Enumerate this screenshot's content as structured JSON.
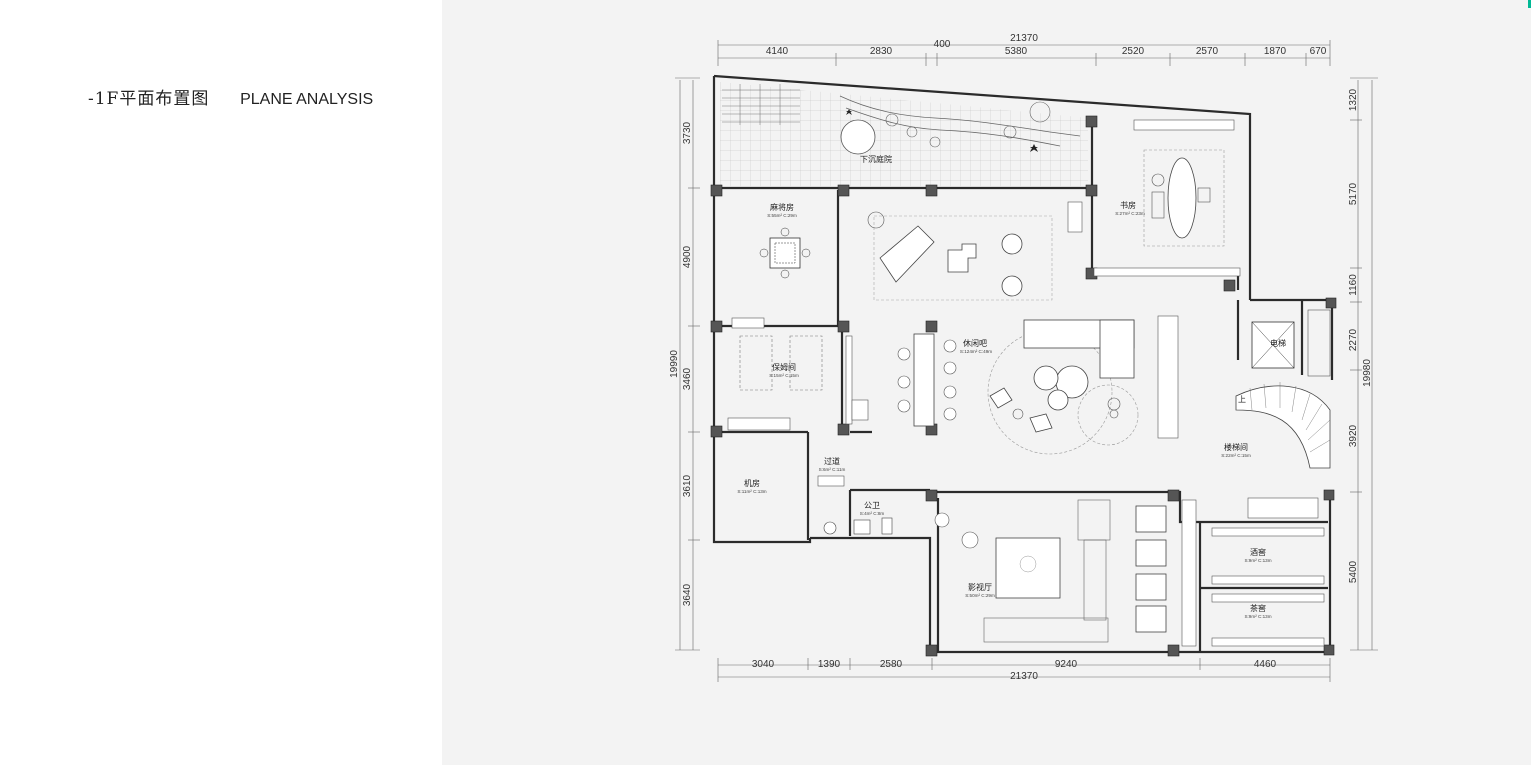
{
  "title": {
    "cn": "-1F平面布置图",
    "en": "PLANE ANALYSIS"
  },
  "dims_top_total": "21370",
  "dims_top": [
    "4140",
    "2830",
    "400",
    "5380",
    "2520",
    "2570",
    "1870",
    "670"
  ],
  "dims_bottom": [
    "3040",
    "1390",
    "2580",
    "9240",
    "4460"
  ],
  "dims_bottom_total": "21370",
  "dims_left": [
    "3730",
    "4900",
    "3460",
    "3610",
    "3640"
  ],
  "dims_left_total": "19990",
  "dims_right": [
    "1320",
    "5170",
    "1160",
    "2270",
    "3920",
    "5400"
  ],
  "dims_right_total": "19980",
  "rooms": {
    "sunken_garden": "下沉庭院",
    "mahjong": {
      "name": "麻将房",
      "area": "S:55m² C:29m"
    },
    "study": {
      "name": "书房",
      "area": "S:27m² C:23m"
    },
    "nanny": {
      "name": "保姆间",
      "area": "S:15m² C:15m"
    },
    "lounge": {
      "name": "休闲吧",
      "area": "S:124m² C:49m"
    },
    "elevator": "电梯",
    "staircase": {
      "name": "楼梯间",
      "area": "S:22m² C:15m"
    },
    "corridor": {
      "name": "过道",
      "area": "S:6m² C:11m"
    },
    "machine": {
      "name": "机房",
      "area": "S:11m² C:13m"
    },
    "toilet": {
      "name": "公卫",
      "area": "S:4m² C:8m"
    },
    "theater": {
      "name": "影视厅",
      "area": "S:50m² C:29m"
    },
    "wine": {
      "name": "酒窖",
      "area": "S:9m² C:13m"
    },
    "tea": {
      "name": "茶窖",
      "area": "S:9m² C:13m"
    }
  },
  "stair_up": "上",
  "colors": {
    "wall": "#2b2b2b",
    "line": "#555555",
    "panel": "#f3f3f3",
    "accent": "#00b894"
  }
}
